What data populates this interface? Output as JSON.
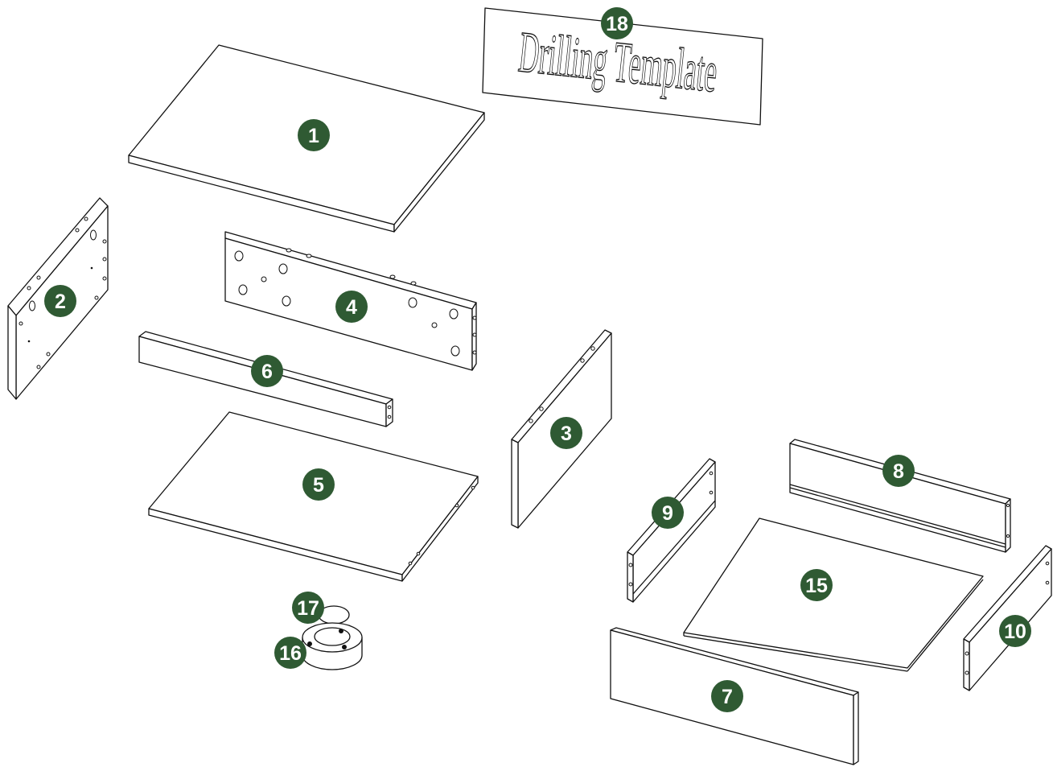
{
  "diagram": {
    "template_label": "Drilling Template",
    "badge_color": "#2f5a33",
    "parts": [
      {
        "number": "1"
      },
      {
        "number": "2"
      },
      {
        "number": "3"
      },
      {
        "number": "4"
      },
      {
        "number": "5"
      },
      {
        "number": "6"
      },
      {
        "number": "7"
      },
      {
        "number": "8"
      },
      {
        "number": "9"
      },
      {
        "number": "10"
      },
      {
        "number": "15"
      },
      {
        "number": "16"
      },
      {
        "number": "17"
      },
      {
        "number": "18"
      }
    ]
  }
}
